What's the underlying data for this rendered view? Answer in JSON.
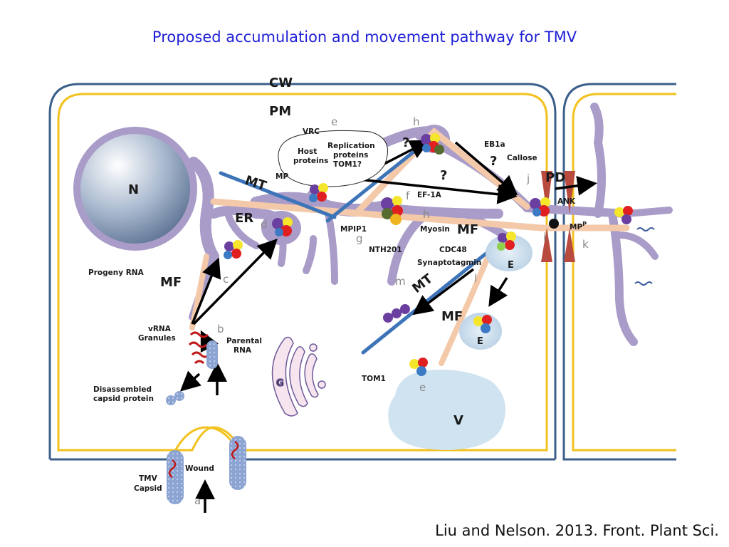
{
  "title": "Proposed accumulation and movement pathway for TMV",
  "citation": "Liu and Nelson. 2013. Front. Plant Sci.",
  "colors": {
    "title": "#1f1fd6",
    "cell_wall": "#3b5f8a",
    "plasma_membrane": "#f2c21e",
    "er": "#a99cc8",
    "microtubule": "#3d74b8",
    "microfilament": "#f3c9a9",
    "vacuole": "#cfe3f0",
    "callose": "#b84a3e"
  },
  "labels": {
    "cw": "CW",
    "pm": "PM",
    "n": "N",
    "er": "ER",
    "mt1": "MT",
    "mt2": "MT",
    "mf1": "MF",
    "mf2": "MF",
    "mf3": "MF",
    "vrc": "VRC",
    "mp": "MP",
    "host_proteins_1": "Host",
    "host_proteins_2": "proteins",
    "replication_1": "Replication",
    "replication_2": "proteins",
    "replication_3": "TOM1?",
    "eb1a": "EB1a",
    "callose": "Callose",
    "pd": "PD",
    "ank": "ANK",
    "mpp": "MP",
    "mpp_sup": "P",
    "ef1a": "EF-1A",
    "mpip1": "MPIP1",
    "myosin": "Myosin",
    "nth201": "NTH201",
    "cdc48": "CDC48",
    "synaptotagmin": "Synaptotagmin",
    "e1": "E",
    "e2": "E",
    "progeny_rna": "Progeny RNA",
    "vrna_1": "vRNA",
    "vrna_2": "Granules",
    "parental_1": "Parental",
    "parental_2": "RNA",
    "disassembled_1": "Disassembled",
    "disassembled_2": "capsid protein",
    "g": "G",
    "tom1": "TOM1",
    "v": "V",
    "tmv_1": "TMV",
    "tmv_2": "Capsid",
    "wound": "Wound",
    "q1": "?",
    "q2": "?",
    "q3": "?"
  },
  "step_letters": {
    "a": "a",
    "b": "b",
    "c": "c",
    "d": "d",
    "e_top": "e",
    "e_bottom": "e",
    "f": "f",
    "g": "g",
    "h_top": "h",
    "h_mid": "h",
    "i": "i",
    "j": "j",
    "k": "k",
    "l": "l",
    "m": "m"
  }
}
